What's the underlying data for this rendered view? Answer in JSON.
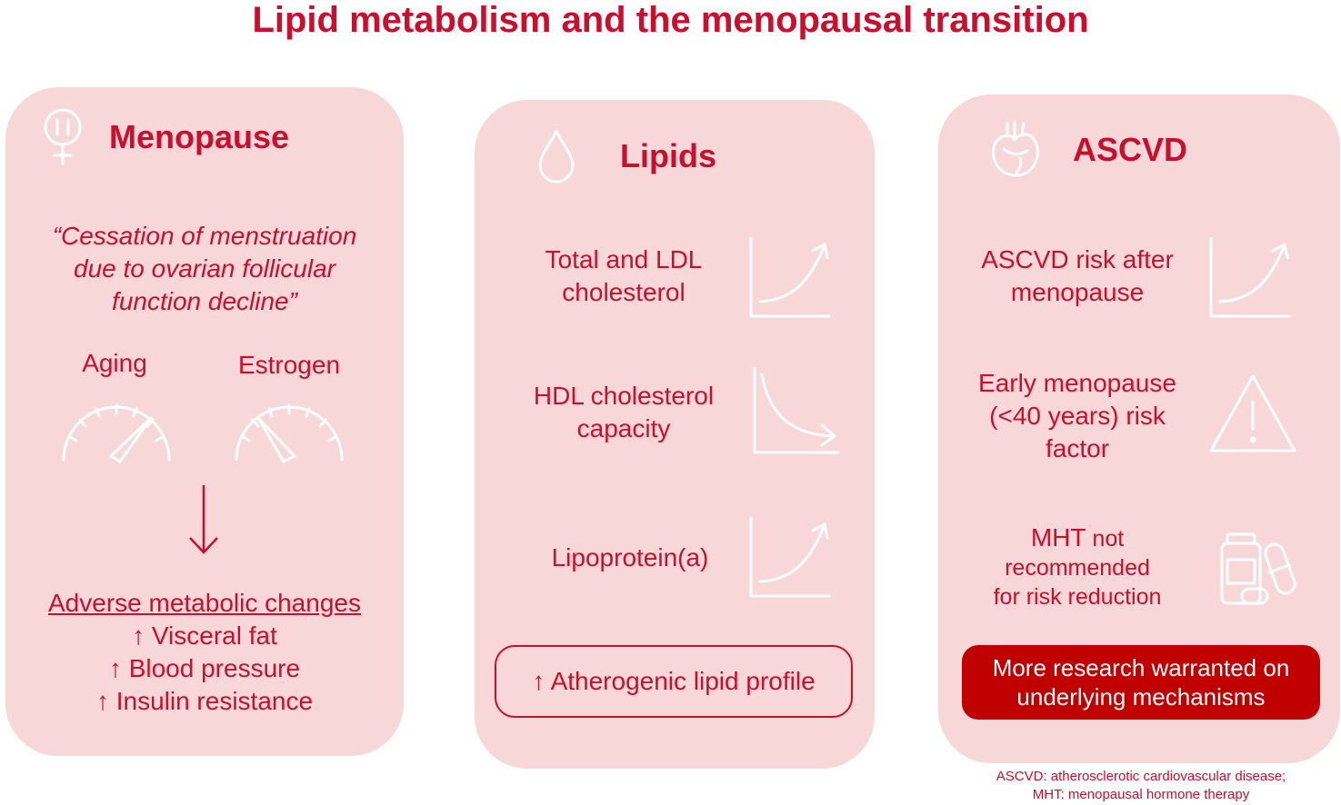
{
  "title": "Lipid metabolism and the menopausal transition",
  "panels": {
    "menopause": {
      "heading": "Menopause",
      "quote_lines": [
        "“Cessation of menstruation",
        "due to ovarian follicular",
        "function decline”"
      ],
      "gauge_labels": [
        "Aging",
        "Estrogen"
      ],
      "arrow": "↓",
      "changes_title": "Adverse metabolic changes",
      "changes": [
        "↑ Visceral fat",
        "↑ Blood pressure",
        "↑ Insulin resistance"
      ]
    },
    "lipids": {
      "heading": "Lipids",
      "items": [
        {
          "lines": [
            "Total and LDL",
            "cholesterol"
          ]
        },
        {
          "lines": [
            "HDL cholesterol",
            "capacity"
          ]
        },
        {
          "lines": [
            "Lipoprotein(a)"
          ]
        }
      ],
      "box": "↑ Atherogenic lipid profile"
    },
    "ascvd": {
      "heading": "ASCVD",
      "item1": [
        "ASCVD risk after",
        "menopause"
      ],
      "item2": [
        "Early menopause",
        "(<40 years) risk",
        "factor"
      ],
      "item3_bold": "MHT",
      "item3_rest": "not",
      "item3_lines": [
        "recommended",
        "for risk reduction"
      ],
      "box_lines": [
        "More research warranted on",
        "underlying mechanisms"
      ]
    }
  },
  "footnote": [
    "ASCVD: atherosclerotic cardiovascular disease;",
    "MHT: menopausal hormone therapy"
  ],
  "colors": {
    "accent": "#c8102e",
    "panel": "#f8d7d8",
    "box": "#c00000"
  }
}
